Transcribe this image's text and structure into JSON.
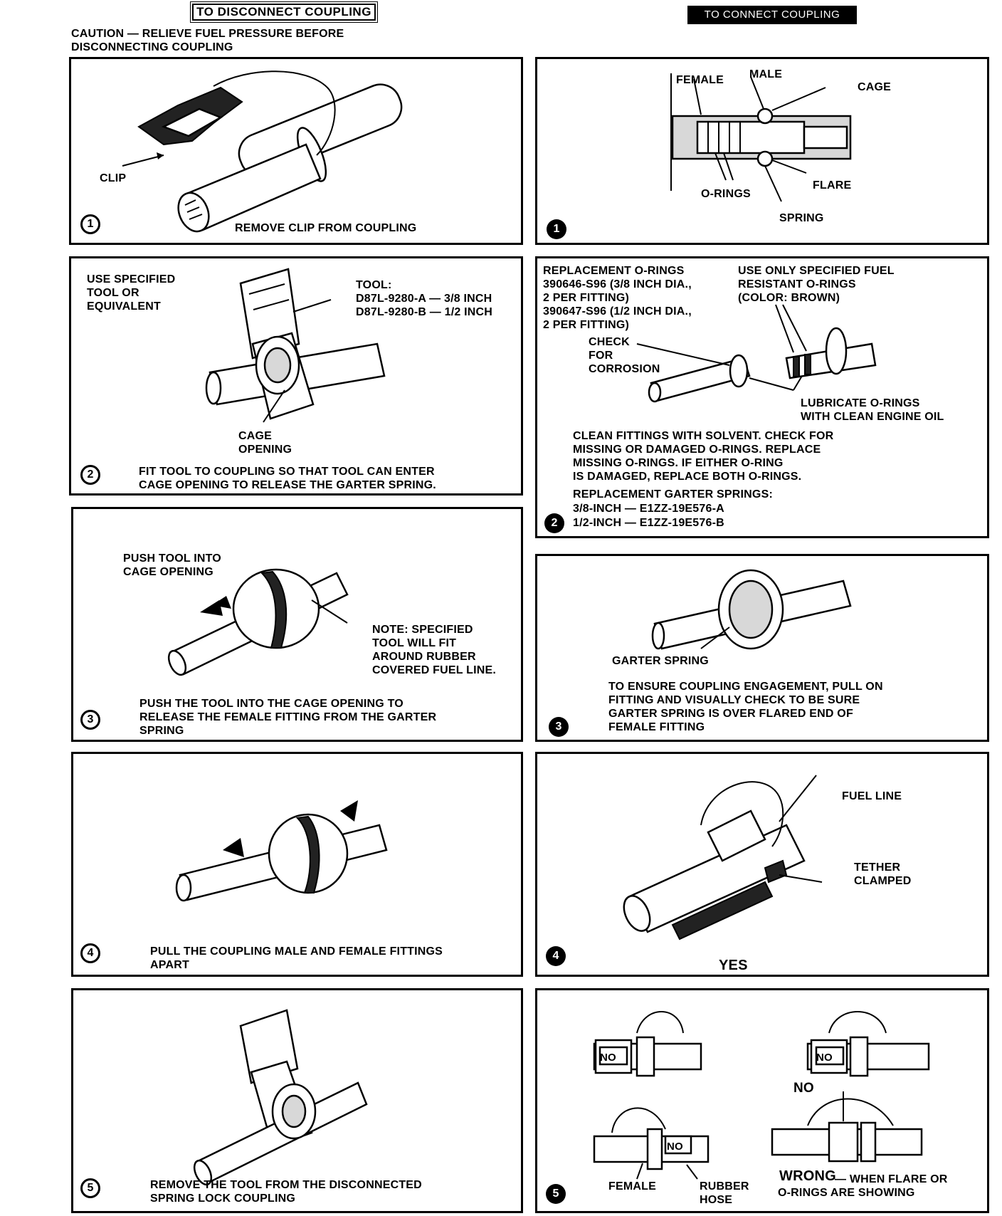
{
  "headers": {
    "disconnect": "TO DISCONNECT COUPLING",
    "connect": "TO CONNECT COUPLING"
  },
  "caution": "CAUTION — RELIEVE FUEL PRESSURE BEFORE\nDISCONNECTING COUPLING",
  "left_steps": [
    {
      "number": "1",
      "caption": "REMOVE CLIP FROM COUPLING",
      "labels": {
        "clip": "CLIP"
      }
    },
    {
      "number": "2",
      "caption": "FIT TOOL TO COUPLING SO THAT TOOL CAN ENTER\nCAGE OPENING TO RELEASE THE GARTER SPRING.",
      "labels": {
        "use_tool": "USE SPECIFIED\nTOOL OR\nEQUIVALENT",
        "tool": "TOOL:\nD87L-9280-A — 3/8 INCH\nD87L-9280-B — 1/2 INCH",
        "cage_opening": "CAGE\nOPENING"
      }
    },
    {
      "number": "3",
      "caption": "PUSH THE TOOL INTO THE CAGE OPENING TO\nRELEASE THE FEMALE FITTING FROM THE GARTER\nSPRING",
      "labels": {
        "push": "PUSH TOOL INTO\nCAGE OPENING",
        "note": "NOTE: SPECIFIED\nTOOL WILL FIT\nAROUND RUBBER\nCOVERED FUEL LINE."
      }
    },
    {
      "number": "4",
      "caption": "PULL THE COUPLING MALE AND FEMALE FITTINGS\nAPART"
    },
    {
      "number": "5",
      "caption": "REMOVE THE TOOL FROM THE DISCONNECTED\nSPRING LOCK COUPLING"
    }
  ],
  "right_steps": [
    {
      "number": "1",
      "labels": {
        "female": "FEMALE",
        "male": "MALE",
        "cage": "CAGE",
        "o_rings": "O-RINGS",
        "flare": "FLARE",
        "spring": "SPRING"
      }
    },
    {
      "number": "2",
      "labels": {
        "replacement": "REPLACEMENT O-RINGS\n390646-S96 (3/8 INCH DIA.,\n2 PER FITTING)\n390647-S96 (1/2 INCH DIA.,\n2 PER FITTING)",
        "use_only": "USE ONLY SPECIFIED FUEL\nRESISTANT O-RINGS\n(COLOR: BROWN)",
        "check": "CHECK\nFOR\nCORROSION",
        "lubricate": "LUBRICATE O-RINGS\nWITH CLEAN ENGINE OIL",
        "clean": "CLEAN FITTINGS WITH SOLVENT. CHECK FOR\nMISSING OR DAMAGED O-RINGS. REPLACE\nMISSING O-RINGS. IF EITHER O-RING\nIS DAMAGED, REPLACE BOTH O-RINGS.",
        "garter_title": "REPLACEMENT GARTER SPRINGS:",
        "garter_a": "3/8-INCH — E1ZZ-19E576-A",
        "garter_b": "1/2-INCH — E1ZZ-19E576-B"
      }
    },
    {
      "number": "3",
      "caption": "TO ENSURE COUPLING ENGAGEMENT, PULL ON\nFITTING AND VISUALLY CHECK TO BE SURE\nGARTER SPRING IS OVER FLARED END OF\nFEMALE FITTING",
      "labels": {
        "garter_spring": "GARTER SPRING"
      }
    },
    {
      "number": "4",
      "labels": {
        "fuel_line": "FUEL LINE",
        "tether": "TETHER\nCLAMPED",
        "yes": "YES"
      }
    },
    {
      "number": "5",
      "labels": {
        "no": "NO",
        "no_center": "NO",
        "wrong": "WRONG",
        "wrong_rest": "— WHEN FLARE OR\nO-RINGS ARE SHOWING",
        "female": "FEMALE",
        "rubber_hose": "RUBBER\nHOSE"
      }
    }
  ]
}
